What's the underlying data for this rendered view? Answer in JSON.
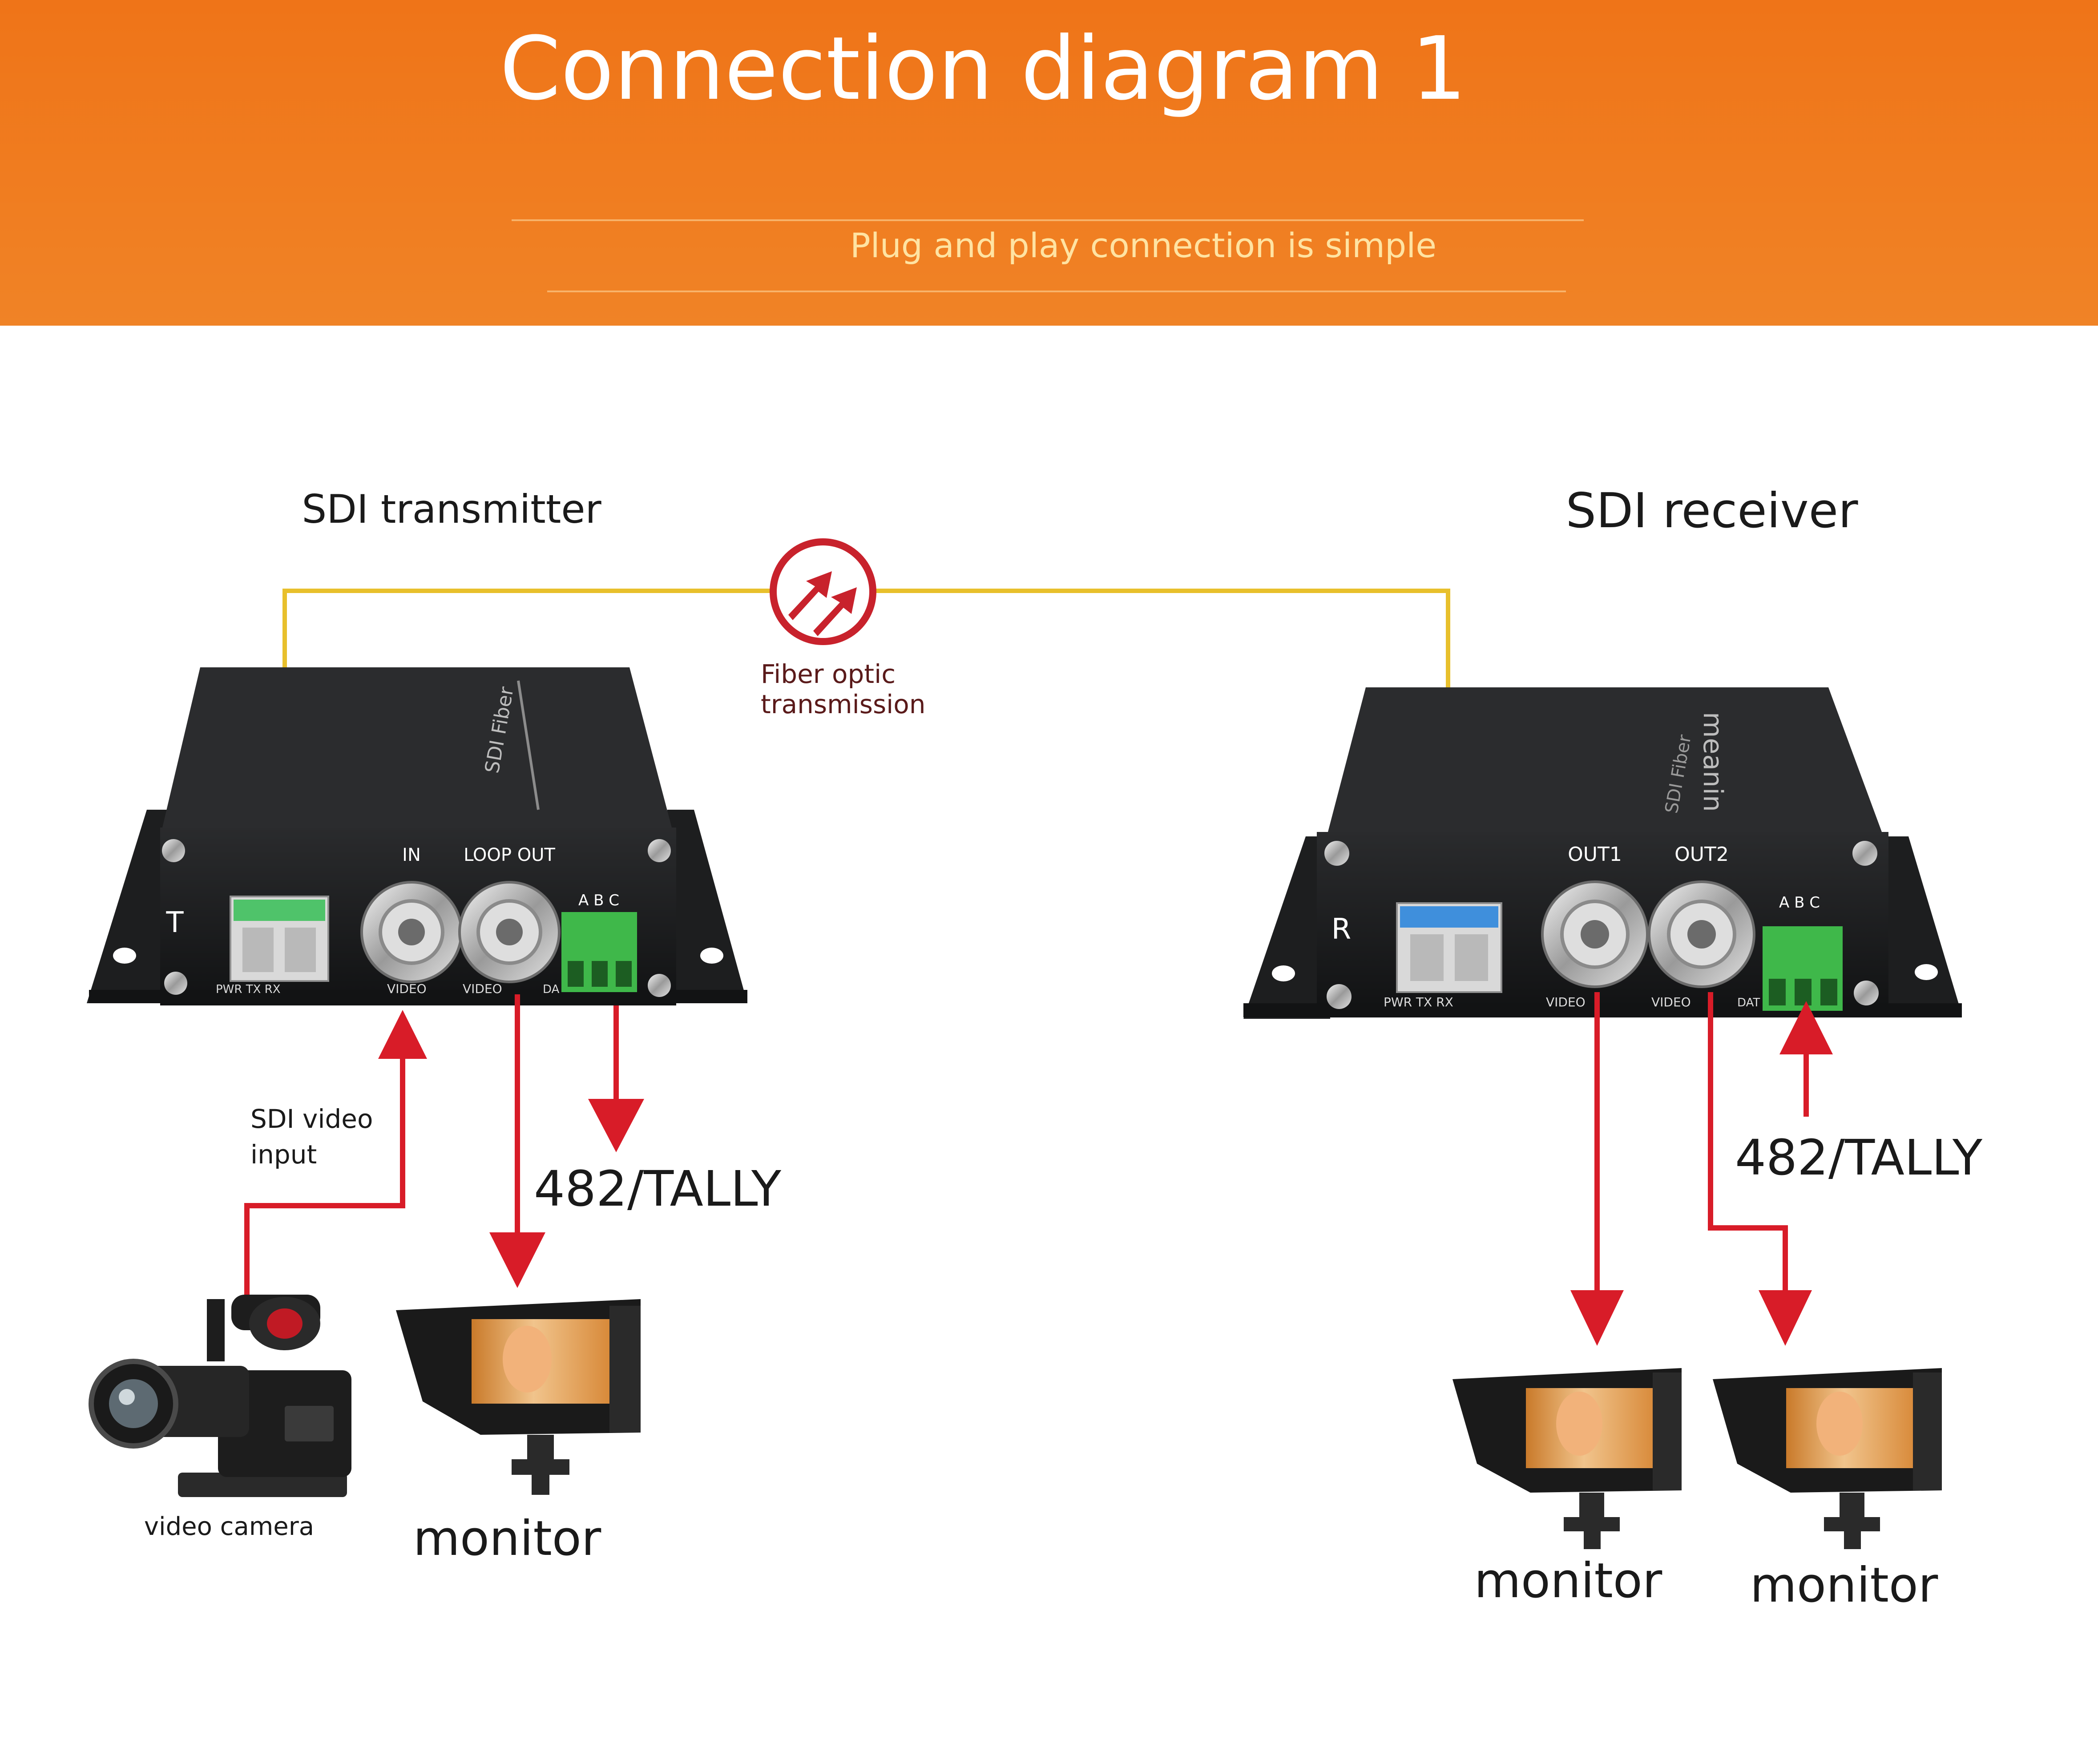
{
  "header": {
    "title": "Connection diagram 1",
    "subtitle": "Plug and play connection is simple"
  },
  "colors": {
    "banner": "#ef7a1d",
    "banner_light": "#f3953f",
    "fiber": "#e8c02c",
    "arrow": "#d81c28",
    "device_body": "#1b1c1d",
    "sfp_tx": "#4fc36a",
    "sfp_rx": "#3f8fdc",
    "terminal": "#3fb84a"
  },
  "fiber": {
    "label_line1": "Fiber optic",
    "label_line2": "transmission"
  },
  "transmitter": {
    "title": "SDI transmitter",
    "side_letter": "T",
    "port_in": "IN",
    "port_loop": "LOOP OUT",
    "terminal_labels": "A B C",
    "input_label_line1": "SDI video",
    "input_label_line2": "input",
    "data_label": "482/TALLY",
    "camera_label": "video camera",
    "monitor_label": "monitor"
  },
  "receiver": {
    "title": "SDI receiver",
    "side_letter": "R",
    "port_out1": "OUT1",
    "port_out2": "OUT2",
    "terminal_labels": "A B C",
    "data_label": "482/TALLY",
    "monitor1_label": "monitor",
    "monitor2_label": "monitor"
  }
}
